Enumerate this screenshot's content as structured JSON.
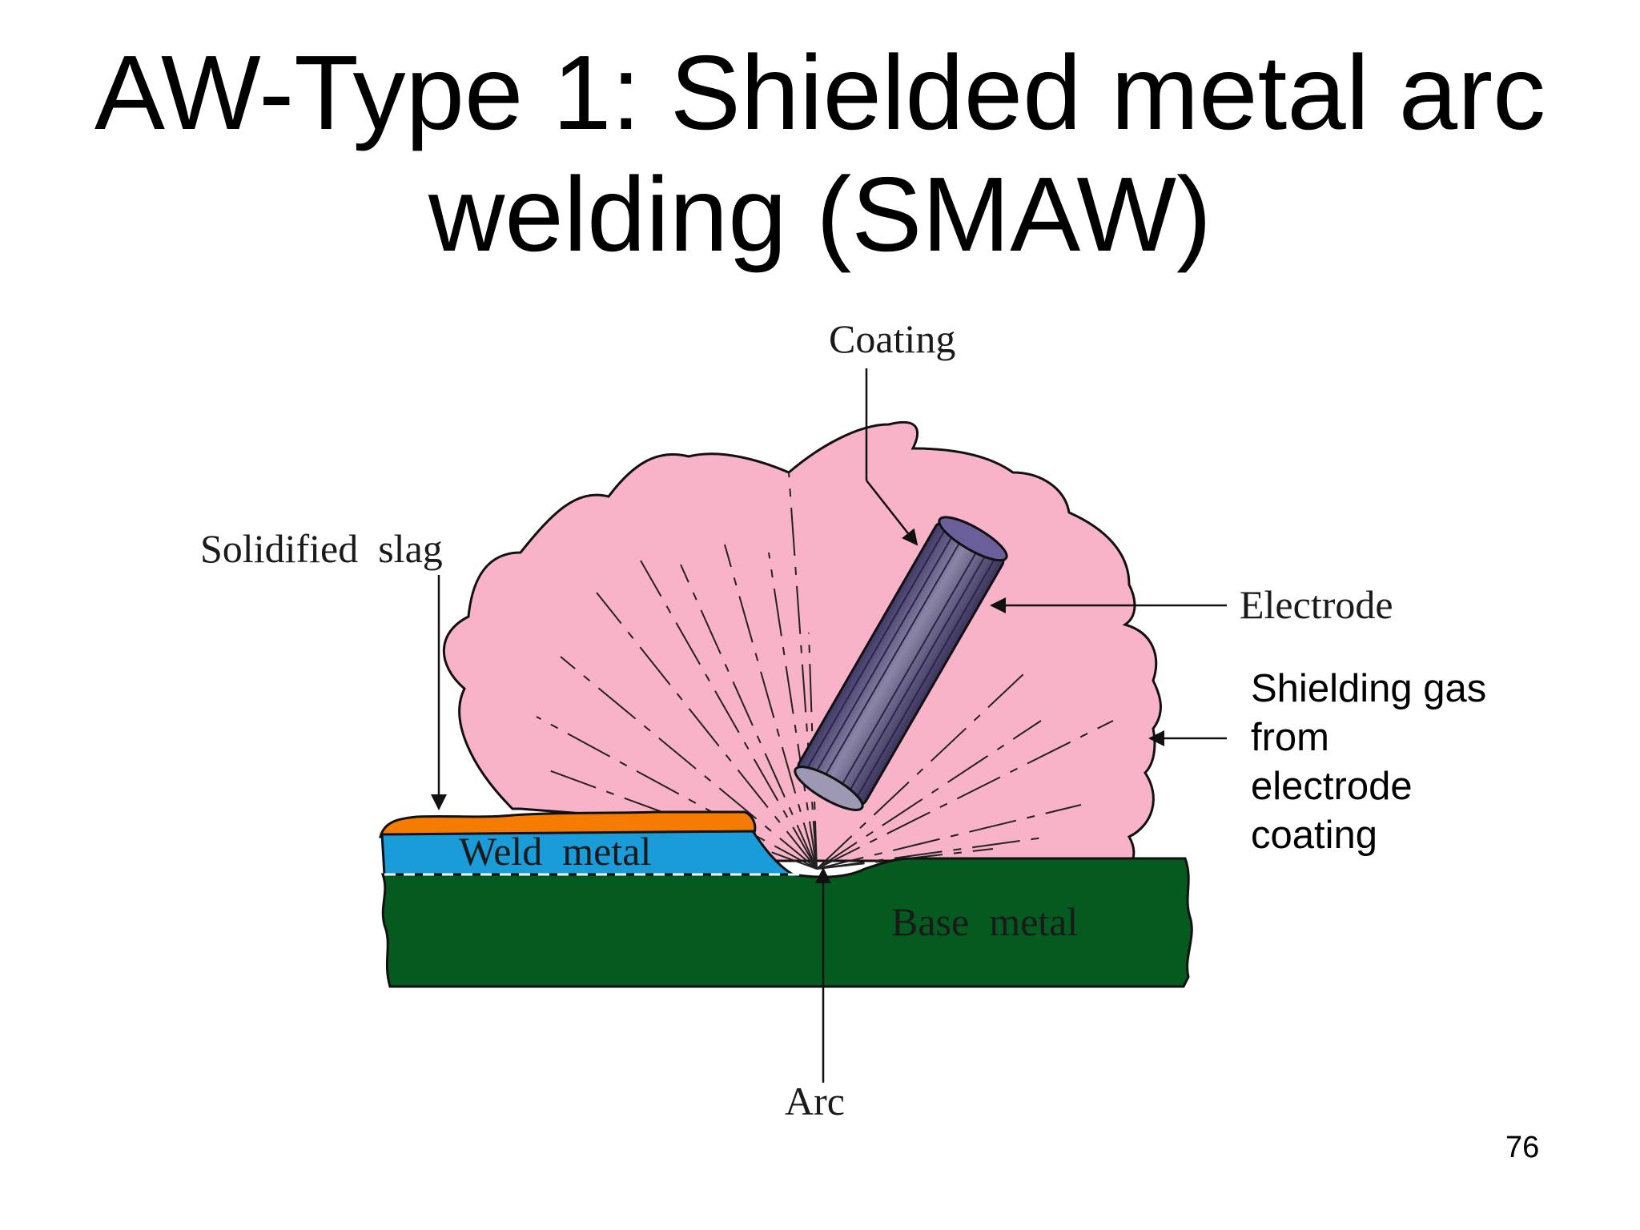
{
  "title": {
    "line1": "AW-Type 1: Shielded metal arc",
    "line2": "welding (SMAW)"
  },
  "labels": {
    "coating": "Coating",
    "solidified_slag": "Solidified  slag",
    "electrode": "Electrode",
    "weld_metal": "Weld  metal",
    "base_metal": "Base  metal",
    "arc": "Arc"
  },
  "shielding_note": [
    "Shielding gas",
    "from",
    "electrode",
    "coating"
  ],
  "page_number": "76",
  "colors": {
    "shielding_gas": "#f9b3c8",
    "slag": "#f57c00",
    "weld_metal": "#1a9cd8",
    "base_metal": "#045a1f",
    "electrode": "#5b5084"
  }
}
